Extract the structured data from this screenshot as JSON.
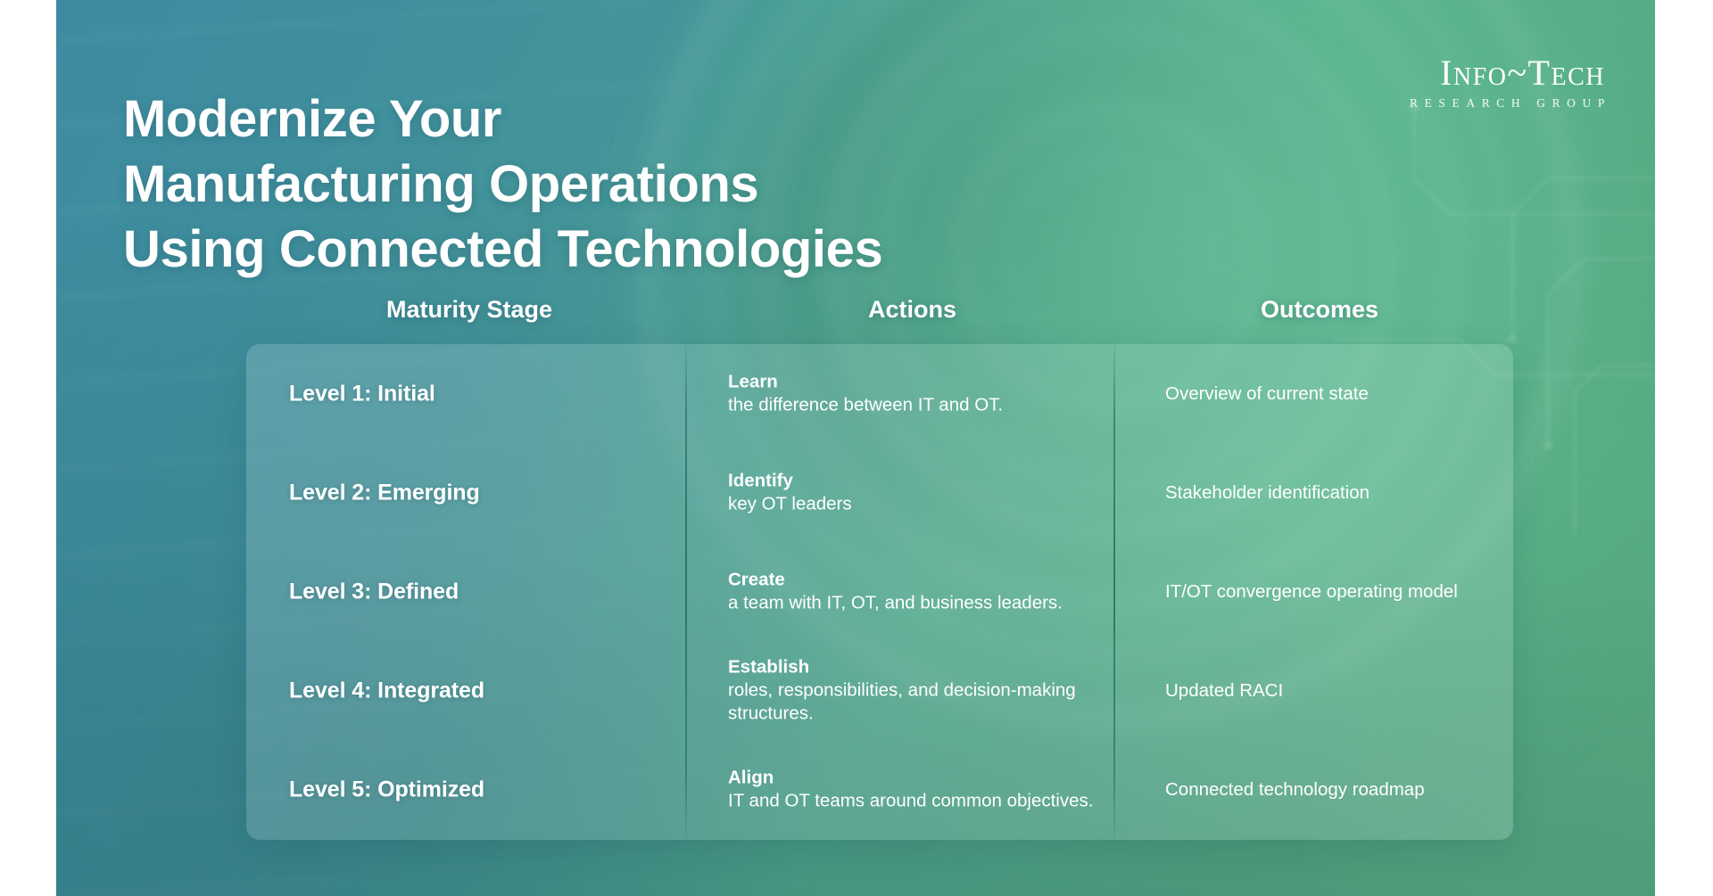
{
  "slide": {
    "title_lines": [
      "Modernize Your",
      "Manufacturing Operations",
      "Using Connected Technologies"
    ],
    "background_colors": {
      "teal": "#3d8ba1",
      "green": "#56b08d",
      "card_tint": "#7fb9bb",
      "divider": "#106a4c"
    }
  },
  "logo": {
    "name": "Info~Tech",
    "tagline": "RESEARCH GROUP"
  },
  "table": {
    "headers": {
      "stage": "Maturity Stage",
      "actions": "Actions",
      "outcomes": "Outcomes"
    },
    "rows": [
      {
        "stage": "Level 1: Initial",
        "action_verb": "Learn",
        "action_desc": "the difference between IT and OT.",
        "outcome": "Overview of current state"
      },
      {
        "stage": "Level 2: Emerging",
        "action_verb": "Identify",
        "action_desc": "key OT leaders",
        "outcome": "Stakeholder identification"
      },
      {
        "stage": "Level 3: Defined",
        "action_verb": "Create",
        "action_desc": "a team with IT, OT, and business leaders.",
        "outcome": "IT/OT convergence operating model"
      },
      {
        "stage": "Level 4: Integrated",
        "action_verb": "Establish",
        "action_desc": "roles, responsibilities, and decision-making structures.",
        "outcome": "Updated RACI"
      },
      {
        "stage": "Level 5: Optimized",
        "action_verb": "Align",
        "action_desc": "IT and OT teams around common objectives.",
        "outcome": "Connected technology roadmap"
      }
    ]
  }
}
